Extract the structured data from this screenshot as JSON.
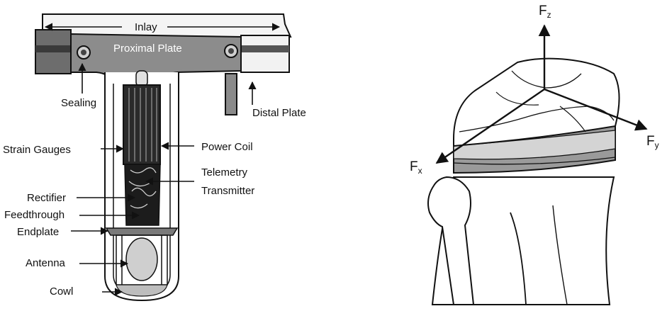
{
  "implant": {
    "labels": {
      "inlay": "Inlay",
      "proximal_plate": "Proximal Plate",
      "sealing": "Sealing",
      "distal_plate": "Distal Plate",
      "strain_gauges": "Strain Gauges",
      "power_coil": "Power Coil",
      "telemetry": "Telemetry",
      "transmitter": "Transmitter",
      "rectifier": "Rectifier",
      "feedthrough": "Feedthrough",
      "endplate": "Endplate",
      "antenna": "Antenna",
      "cowl": "Cowl"
    }
  },
  "knee": {
    "axes": {
      "z": {
        "base": "F",
        "sub": "z"
      },
      "y": {
        "base": "F",
        "sub": "y"
      },
      "x": {
        "base": "F",
        "sub": "x"
      }
    }
  }
}
